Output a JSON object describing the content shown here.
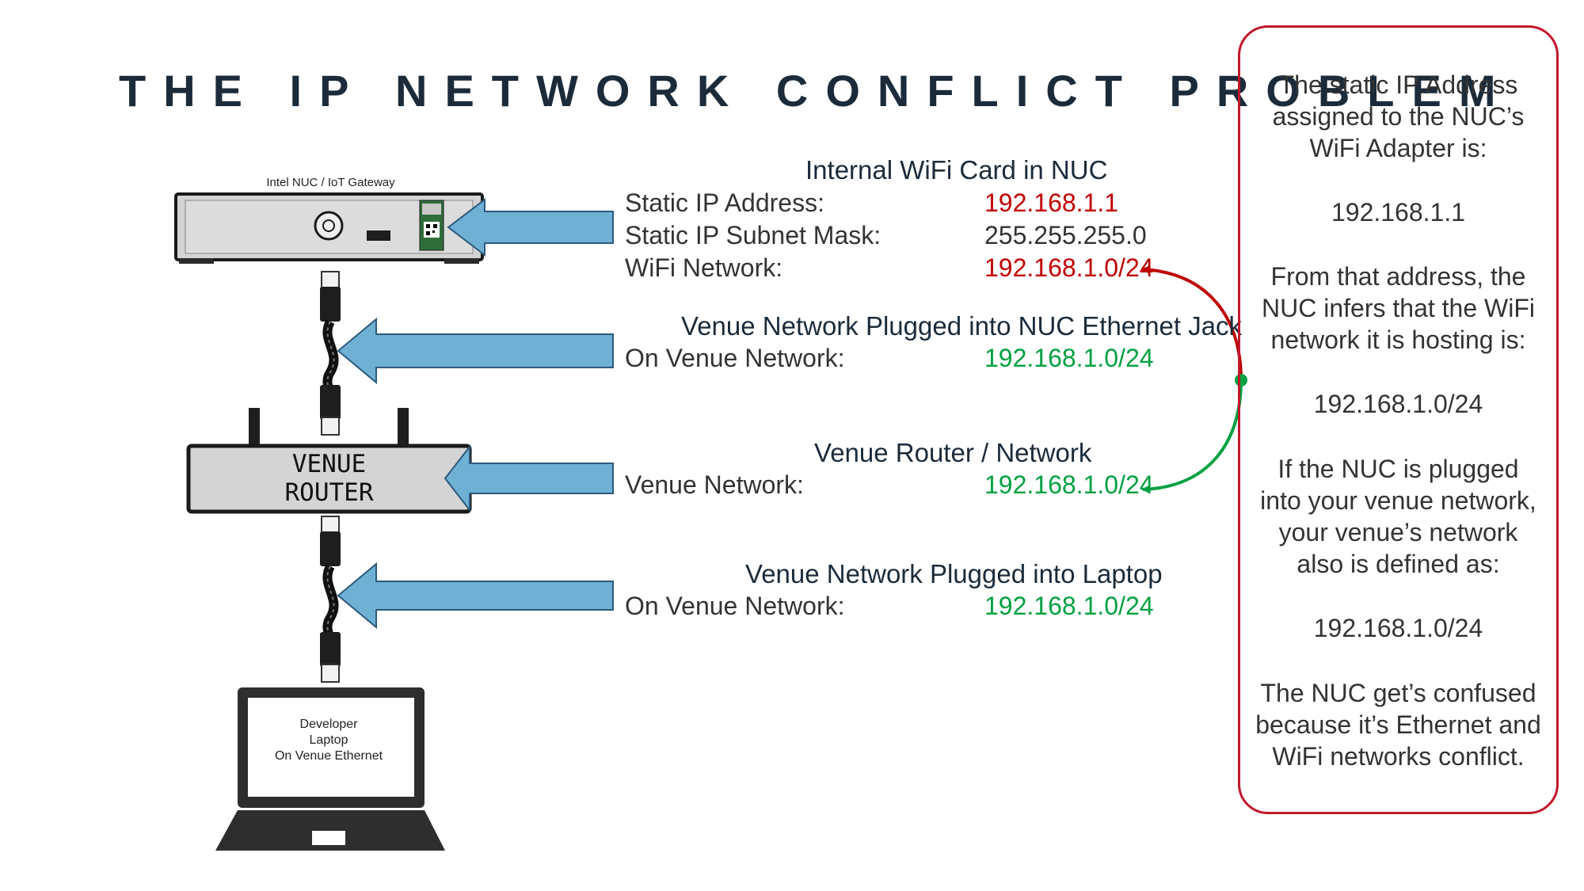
{
  "title": "THE IP NETWORK CONFLICT PROBLEM",
  "devices": {
    "nuc_label": "Intel NUC / IoT Gateway",
    "router_line1": "VENUE",
    "router_line2": "ROUTER",
    "laptop_line1": "Developer",
    "laptop_line2": "Laptop",
    "laptop_line3": "On Venue Ethernet"
  },
  "sections": {
    "wifi": {
      "heading": "Internal WiFi Card in NUC",
      "static_ip_label": "Static IP Address:",
      "static_ip_value": "192.168.1.1",
      "subnet_label": "Static IP Subnet Mask:",
      "subnet_value": "255.255.255.0",
      "network_label": "WiFi Network:",
      "network_value": "192.168.1.0/24"
    },
    "nuc_ethernet": {
      "heading": "Venue Network Plugged into NUC Ethernet Jack",
      "label": "On Venue Network:",
      "value": "192.168.1.0/24"
    },
    "router": {
      "heading": "Venue Router / Network",
      "label": "Venue Network:",
      "value": "192.168.1.0/24"
    },
    "laptop": {
      "heading": "Venue Network Plugged into Laptop",
      "label": "On Venue Network:",
      "value": "192.168.1.0/24"
    }
  },
  "panel": {
    "p1": "The static IP Address assigned to the NUC’s WiFi Adapter is:",
    "p2": "192.168.1.1",
    "p3": "From that address, the NUC infers that the WiFi network it is hosting is:",
    "p4": "192.168.1.0/24",
    "p5": "If the NUC is plugged into your venue network, your venue’s network also is defined as:",
    "p6": "192.168.1.0/24",
    "p7": "The NUC get’s confused because it’s Ethernet and WiFi networks conflict."
  },
  "colors": {
    "arrow_fill": "#6fb0d5",
    "arrow_stroke": "#2c5a7a",
    "conflict_red": "#c00000",
    "match_green": "#00a040",
    "panel_border": "#c0182a",
    "title": "#1b2b3a"
  }
}
